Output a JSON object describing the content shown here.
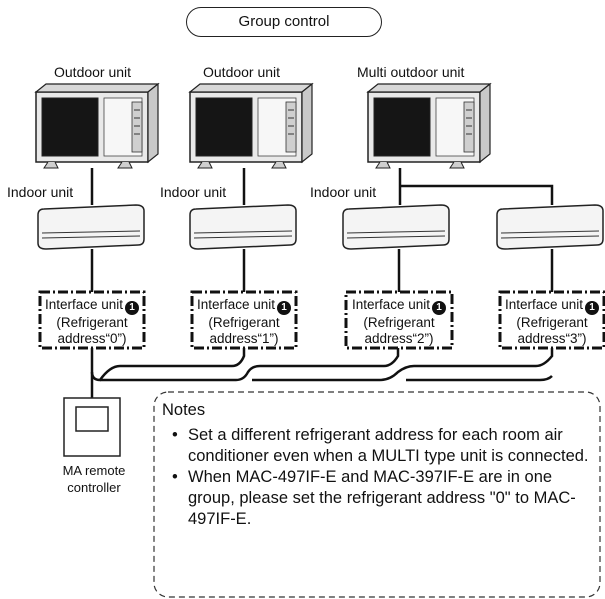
{
  "title": "Group control",
  "units": [
    {
      "outdoor_label": "Outdoor unit",
      "indoor_label": "Indoor unit",
      "interface_label": "Interface unit",
      "badge": "1",
      "address_prefix": "(Refrigerant",
      "address": "address“0”)"
    },
    {
      "outdoor_label": "Outdoor unit",
      "indoor_label": "Indoor unit",
      "interface_label": "Interface unit",
      "badge": "1",
      "address_prefix": "(Refrigerant",
      "address": "address“1”)"
    },
    {
      "outdoor_label": "Multi outdoor unit",
      "indoor_label": "Indoor unit",
      "interface_label": "Interface unit",
      "badge": "1",
      "address_prefix": "(Refrigerant",
      "address": "address“2”)"
    },
    {
      "outdoor_label": "",
      "indoor_label": "",
      "interface_label": "Interface unit",
      "badge": "1",
      "address_prefix": "(Refrigerant",
      "address": "address“3”)"
    }
  ],
  "remote": {
    "line1": "MA remote",
    "line2": "controller"
  },
  "notes": {
    "heading": "Notes",
    "items": [
      "Set a different refrigerant address for each room air conditioner even when a MULTI type unit is connected.",
      "When MAC-497IF-E and MAC-397IF-E are in one group, please set the refrigerant address \"0\" to MAC-497IF-E."
    ]
  }
}
